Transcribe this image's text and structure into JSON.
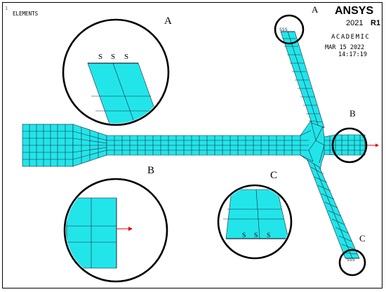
{
  "header": {
    "plot_number": "1",
    "plot_title": "ELEMENTS"
  },
  "brand": {
    "name": "ANSYS",
    "version": "2021",
    "release": "R1",
    "edition": "ACADEMIC",
    "date": "MAR 15 2022",
    "time": "14:17:19"
  },
  "labels": {
    "detail_a": "A",
    "detail_b": "B",
    "detail_c": "C",
    "support_symbol": "S",
    "support_small": "SSS"
  },
  "colors": {
    "mesh_fill": "#22e5ea",
    "mesh_line": "#1b2a3a",
    "load_arrow": "#e00000",
    "version_accent": "#000000"
  }
}
